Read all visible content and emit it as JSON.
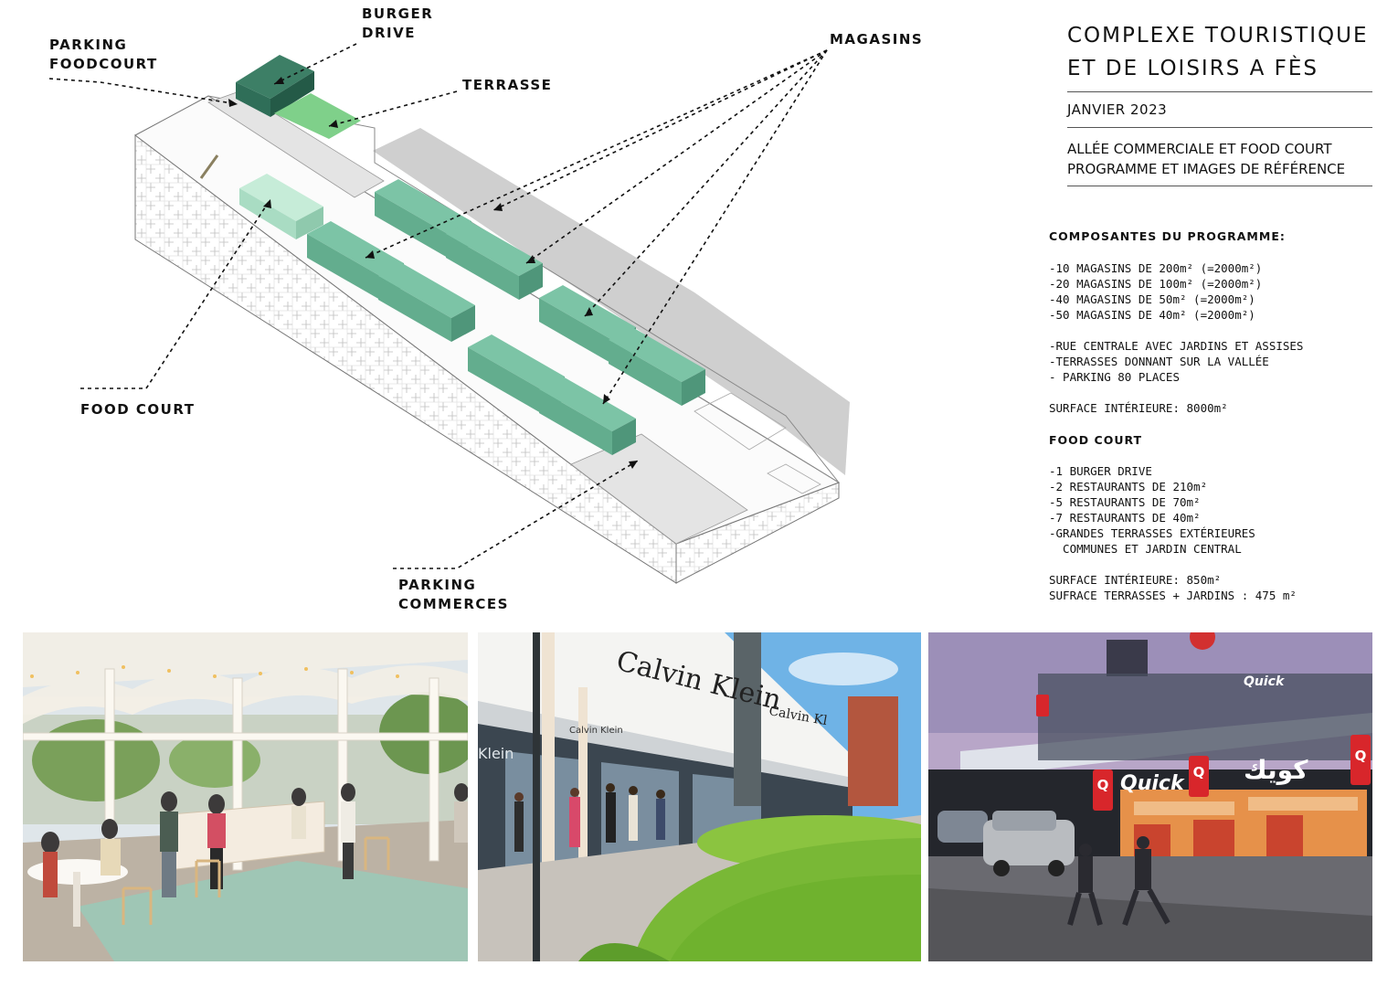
{
  "labels": {
    "burger_drive": "BURGER\nDRIVE",
    "parking_foodcourt": "PARKING\nFOODCOURT",
    "terrasse": "TERRASSE",
    "magasins": "MAGASINS",
    "food_court": "FOOD COURT",
    "parking_commerces": "PARKING\nCOMMERCES"
  },
  "header": {
    "title_line1": "COMPLEXE TOURISTIQUE",
    "title_line2": "ET DE LOISIRS A FÈS",
    "date": "JANVIER 2023",
    "subtitle_line1": "ALLÉE COMMERCIALE  ET FOOD COURT",
    "subtitle_line2": "PROGRAMME ET IMAGES DE RÉFÉRENCE"
  },
  "program": {
    "heading": "COMPOSANTES DU PROGRAMME:",
    "stores": [
      "-10 MAGASINS DE 200m² (=2000m²)",
      "-20 MAGASINS DE 100m² (=2000m²)",
      "-40 MAGASINS DE 50m² (=2000m²)",
      "-50 MAGASINS DE 40m² (=2000m²)"
    ],
    "features": [
      "-RUE CENTRALE AVEC JARDINS ET ASSISES",
      "-TERRASSES DONNANT SUR LA VALLÉE",
      "- PARKING 80 PLACES"
    ],
    "surface": "SURFACE INTÉRIEURE: 8000m²"
  },
  "food_court": {
    "heading": "FOOD COURT",
    "items": [
      "-1 BURGER DRIVE",
      "-2 RESTAURANTS DE 210m²",
      "-5 RESTAURANTS DE 70m²",
      "-7 RESTAURANTS DE 40m²",
      "-GRANDES TERRASSES EXTÉRIEURES",
      "  COMMUNES ET JARDIN CENTRAL"
    ],
    "surface": "SURFACE INTÉRIEURE: 850m²",
    "terraces": "SUFRACE TERRASSES + JARDINS : 475 m²"
  },
  "photos": {
    "store_sign_main": "Calvin Klein",
    "store_sign_small": "Calvin Klein",
    "store_sign_klein": "Klein",
    "store_sign_next": "Calvin Kl",
    "brand_quick": "Quick",
    "brand_arabic": "كويك",
    "brand_q": "Q"
  },
  "colors": {
    "shop_green": "#6cb99a",
    "burger_green": "#2f6e58",
    "terrace_green": "#7fd08a",
    "foodcourt_green": "#b6e3cc",
    "quick_red": "#d8262b"
  }
}
